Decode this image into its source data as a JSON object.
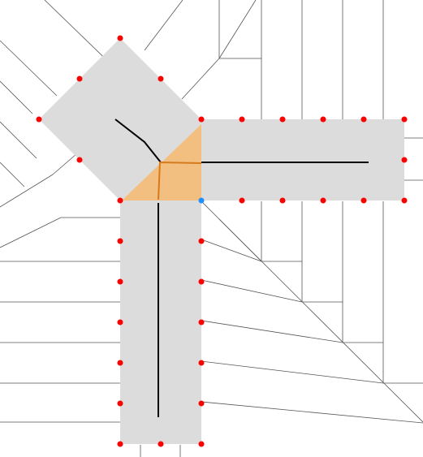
{
  "colors": {
    "background": "#ffffff",
    "grid_lines": "#555555",
    "arm_fill": "#dcdcdc",
    "junction_fill": "#f3bf80",
    "skeleton": "#000000",
    "junction_skeleton": "#d67a1c",
    "vertex": "#ff0000",
    "selected_vertex": "#1e90ff"
  },
  "scene": {
    "arms": [
      "diagonal-arm",
      "horizontal-arm",
      "vertical-arm"
    ],
    "junction": "orange-triangle",
    "vertex_count": 31,
    "selected_vertex_count": 1
  }
}
